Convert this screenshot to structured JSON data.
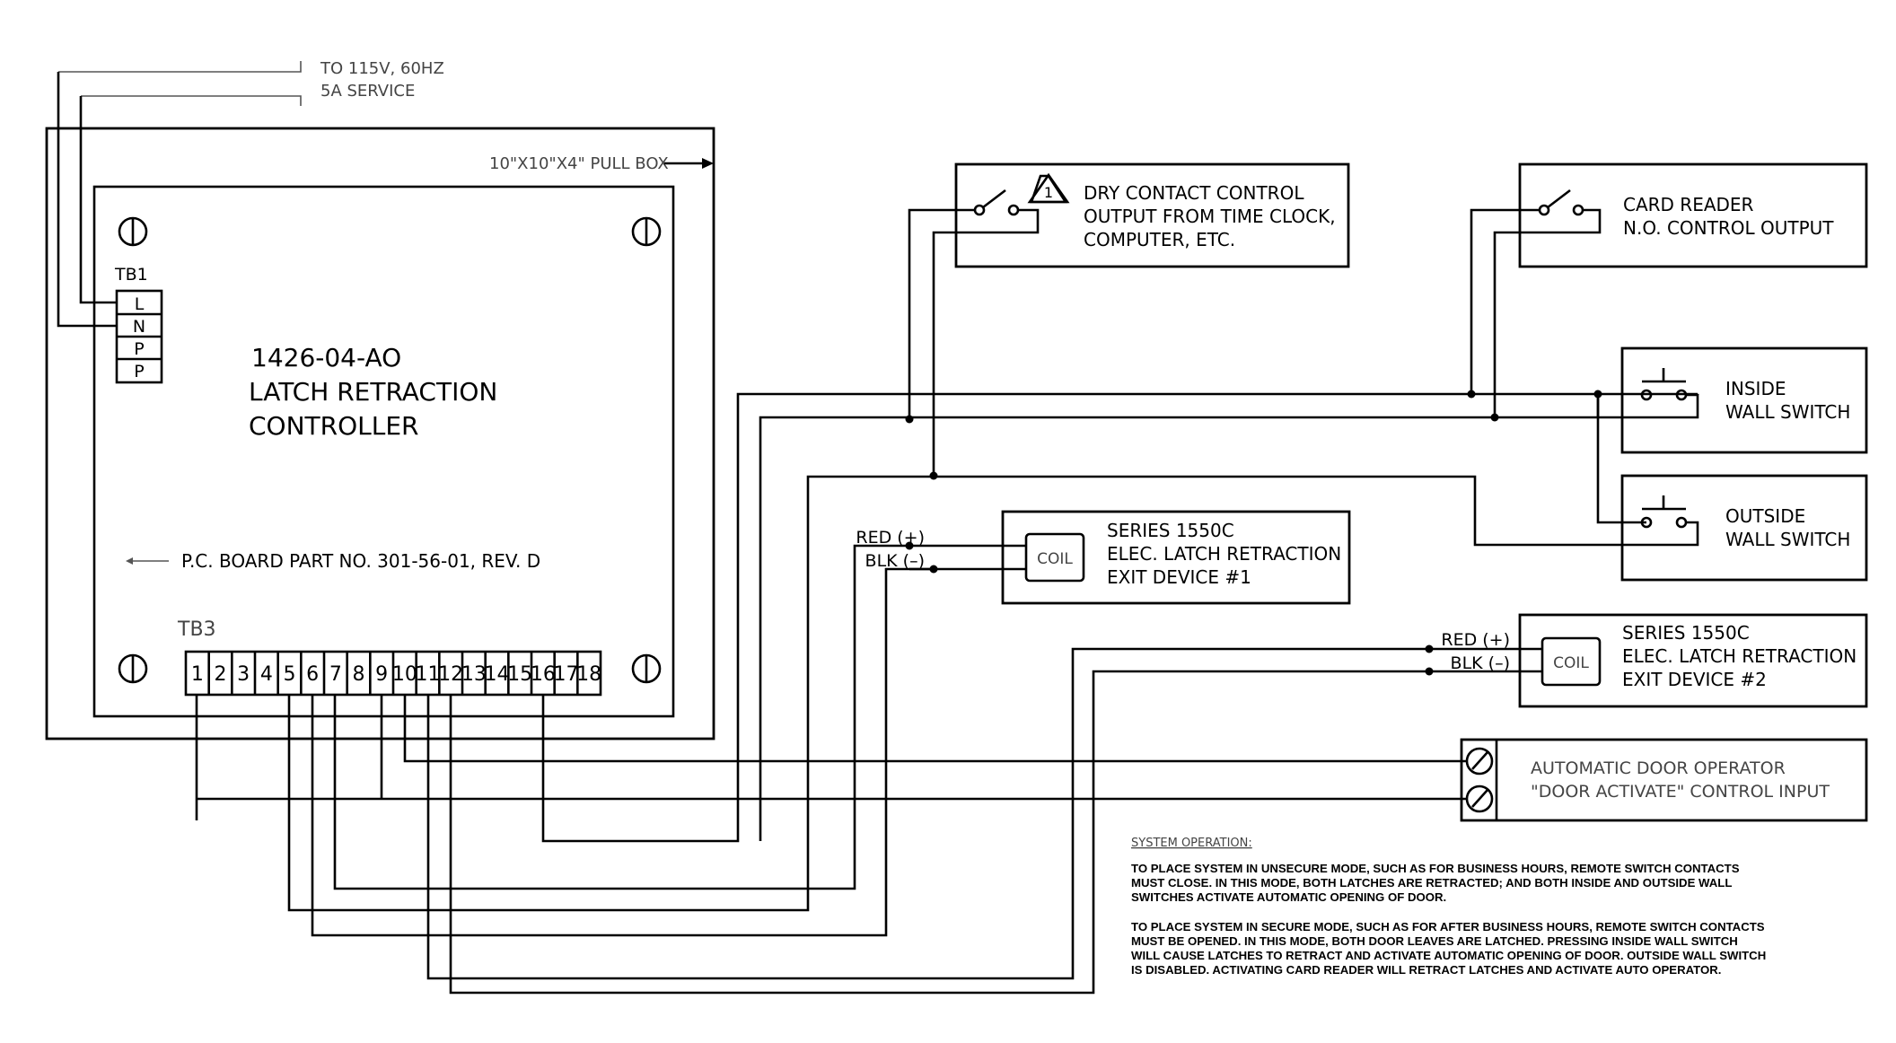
{
  "power": {
    "line1": "TO 115V, 60HZ",
    "line2": "5A SERVICE"
  },
  "pull_box_label": "10\"X10\"X4\" PULL BOX",
  "tb1": {
    "label": "TB1",
    "terminals": [
      "L",
      "N",
      "P",
      "P"
    ]
  },
  "controller": {
    "line1": "1426-04-AO",
    "line2": "LATCH  RETRACTION",
    "line3": "CONTROLLER"
  },
  "pcb_label": "P.C.  BOARD  PART  NO.  301-56-01,  REV.  D",
  "tb3": {
    "label": "TB3",
    "terminals": [
      "1",
      "2",
      "3",
      "4",
      "5",
      "6",
      "7",
      "8",
      "9",
      "10",
      "11",
      "12",
      "13",
      "14",
      "15",
      "16",
      "17",
      "18"
    ]
  },
  "dry_contact": {
    "warning_number": "1",
    "line1": "DRY  CONTACT  CONTROL",
    "line2": "OUTPUT  FROM  TIME  CLOCK,",
    "line3": "COMPUTER,  ETC."
  },
  "card_reader": {
    "line1": "CARD  READER",
    "line2": "N.O.  CONTROL  OUTPUT"
  },
  "inside_switch": {
    "line1": "INSIDE",
    "line2": "WALL  SWITCH"
  },
  "outside_switch": {
    "line1": "OUTSIDE",
    "line2": "WALL  SWITCH"
  },
  "exit_device_1": {
    "red": "RED  (+)",
    "blk": "BLK  (–)",
    "coil": "COIL",
    "line1": "SERIES  1550C",
    "line2": "ELEC.  LATCH  RETRACTION",
    "line3": "EXIT  DEVICE  #1"
  },
  "exit_device_2": {
    "red": "RED  (+)",
    "blk": "BLK  (–)",
    "coil": "COIL",
    "line1": "SERIES  1550C",
    "line2": "ELEC.  LATCH  RETRACTION",
    "line3": "EXIT  DEVICE  #2"
  },
  "door_operator": {
    "line1": "AUTOMATIC  DOOR  OPERATOR",
    "line2": "\"DOOR  ACTIVATE\"  CONTROL  INPUT"
  },
  "system_operation": {
    "heading": "SYSTEM OPERATION:",
    "p1": [
      "TO PLACE SYSTEM IN UNSECURE MODE, SUCH AS FOR BUSINESS HOURS, REMOTE SWITCH CONTACTS",
      "MUST CLOSE.  IN THIS MODE, BOTH LATCHES ARE RETRACTED; AND BOTH INSIDE AND OUTSIDE WALL",
      "SWITCHES ACTIVATE AUTOMATIC OPENING OF DOOR."
    ],
    "p2": [
      "TO PLACE SYSTEM IN SECURE MODE, SUCH AS FOR AFTER BUSINESS HOURS, REMOTE SWITCH CONTACTS",
      "MUST BE OPENED.  IN THIS MODE, BOTH DOOR LEAVES ARE LATCHED.  PRESSING INSIDE WALL SWITCH",
      "WILL CAUSE LATCHES TO RETRACT AND ACTIVATE AUTOMATIC OPENING OF DOOR.  OUTSIDE WALL SWITCH",
      "IS DISABLED.  ACTIVATING CARD READER WILL RETRACT LATCHES AND ACTIVATE AUTO OPERATOR."
    ]
  }
}
